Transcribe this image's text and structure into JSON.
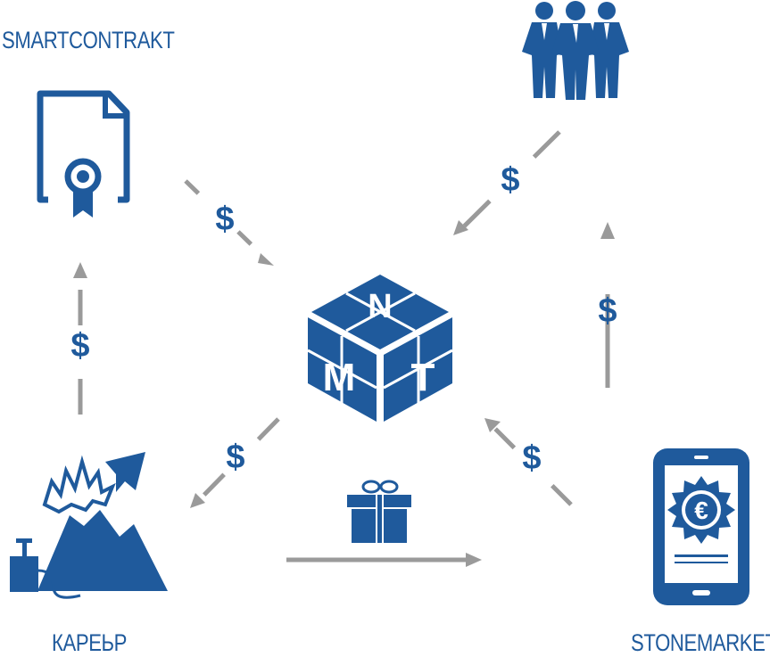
{
  "labels": {
    "smartcontract": "SMARTCONTRAKT",
    "quarry": "КАРЕЬР",
    "stonemarket": "STONEMARKET"
  },
  "cube_letters": {
    "top": "N",
    "left": "M",
    "right": "T"
  },
  "currency_symbol": "$",
  "euro_symbol": "€",
  "colors": {
    "primary": "#1f5a9c",
    "arrow": "#9a9a9a"
  },
  "icons": [
    "certificate-icon",
    "businessmen-icon",
    "cube-logo-icon",
    "mountain-mine-icon",
    "gift-icon",
    "smartphone-euro-icon"
  ]
}
